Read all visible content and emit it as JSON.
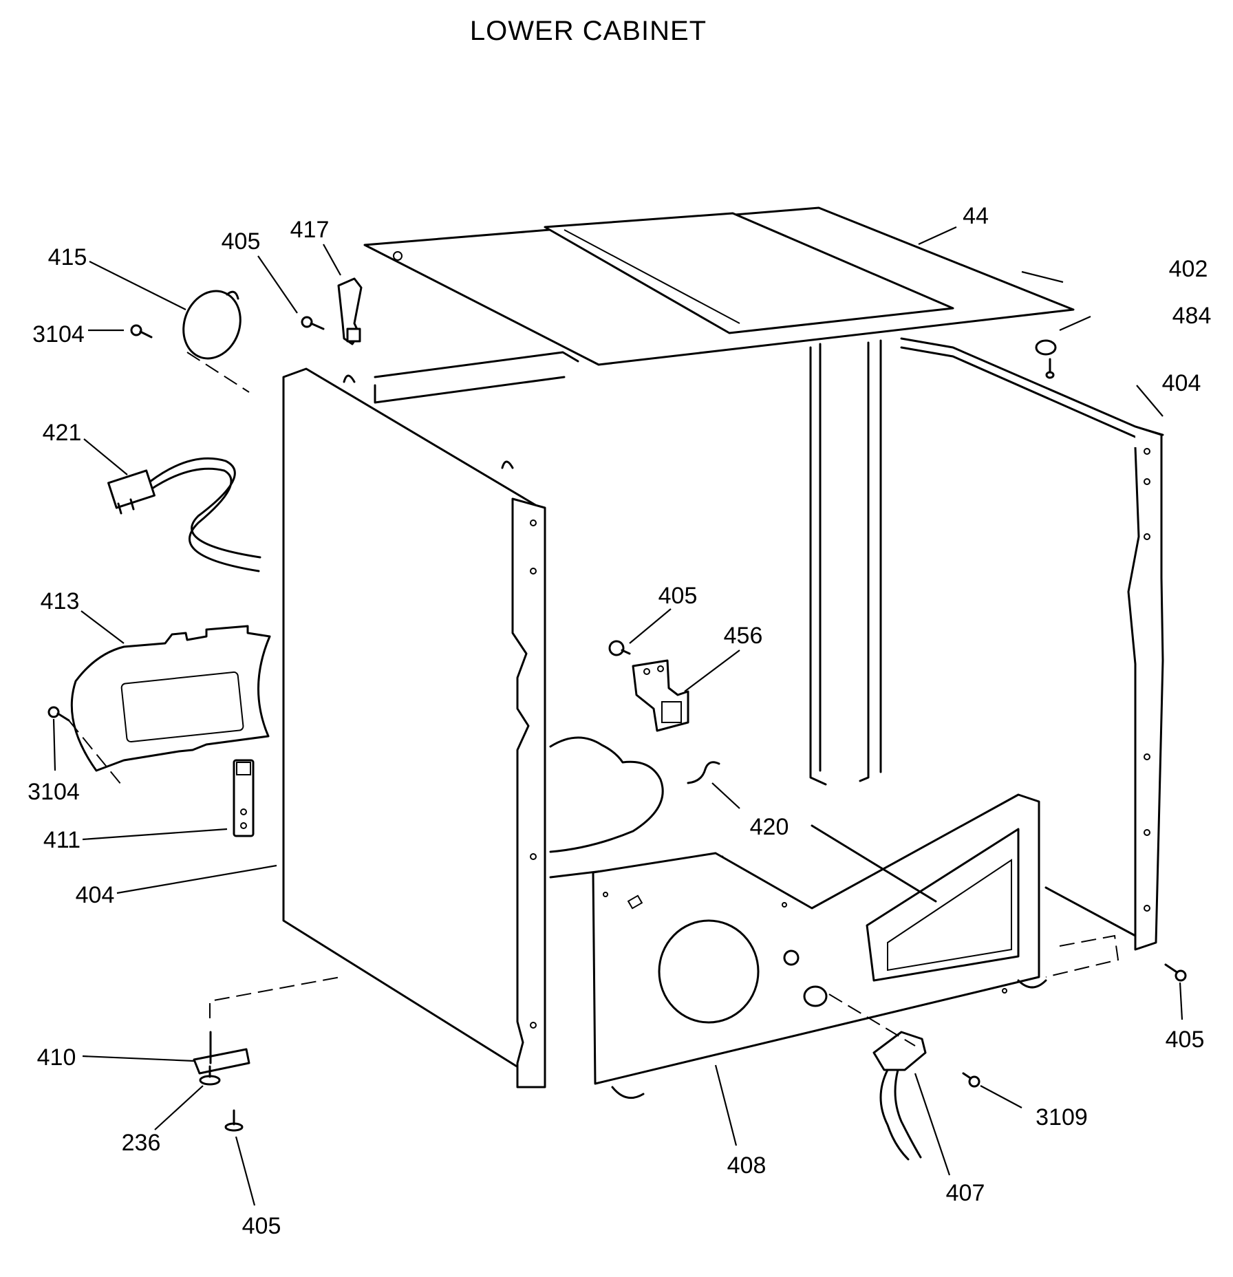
{
  "title": "LOWER CABINET",
  "callouts": {
    "c44": "44",
    "c402": "402",
    "c484": "484",
    "c404_right": "404",
    "c415": "415",
    "c3104_top": "3104",
    "c405_top": "405",
    "c417": "417",
    "c421": "421",
    "c413": "413",
    "c3104_bottom": "3104",
    "c411": "411",
    "c404_left": "404",
    "c405_center": "405",
    "c456": "456",
    "c420": "420",
    "c410": "410",
    "c236": "236",
    "c405_bottom": "405",
    "c408": "408",
    "c407": "407",
    "c3109": "3109",
    "c405_right": "405"
  }
}
